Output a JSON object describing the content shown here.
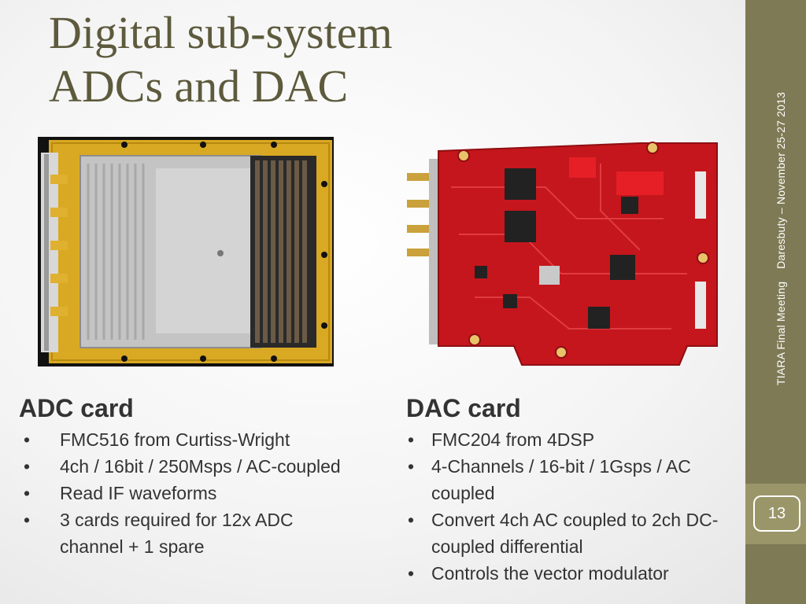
{
  "title": {
    "line1": "Digital sub-system",
    "line2": "ADCs and DAC"
  },
  "sidebar": {
    "event": "TIARA Final Meeting",
    "venue_date": "Daresbuty – November 25-27 2013",
    "page_number": "13"
  },
  "adc": {
    "heading": "ADC card",
    "bullets": [
      "FMC516 from Curtiss-Wright",
      "4ch / 16bit / 250Msps / AC-coupled",
      "Read IF waveforms",
      "3 cards required for 12x ADC channel + 1 spare"
    ]
  },
  "dac": {
    "heading": "DAC card",
    "bullets": [
      "FMC204 from 4DSP",
      "4-Channels / 16-bit / 1Gsps / AC coupled",
      "Convert 4ch AC coupled to 2ch DC-coupled differential",
      "Controls the vector modulator"
    ]
  },
  "colors": {
    "title": "#5d5a3d",
    "sidebar": "#7e7a55",
    "sidebar_band": "#9a966a",
    "text": "#333333"
  }
}
